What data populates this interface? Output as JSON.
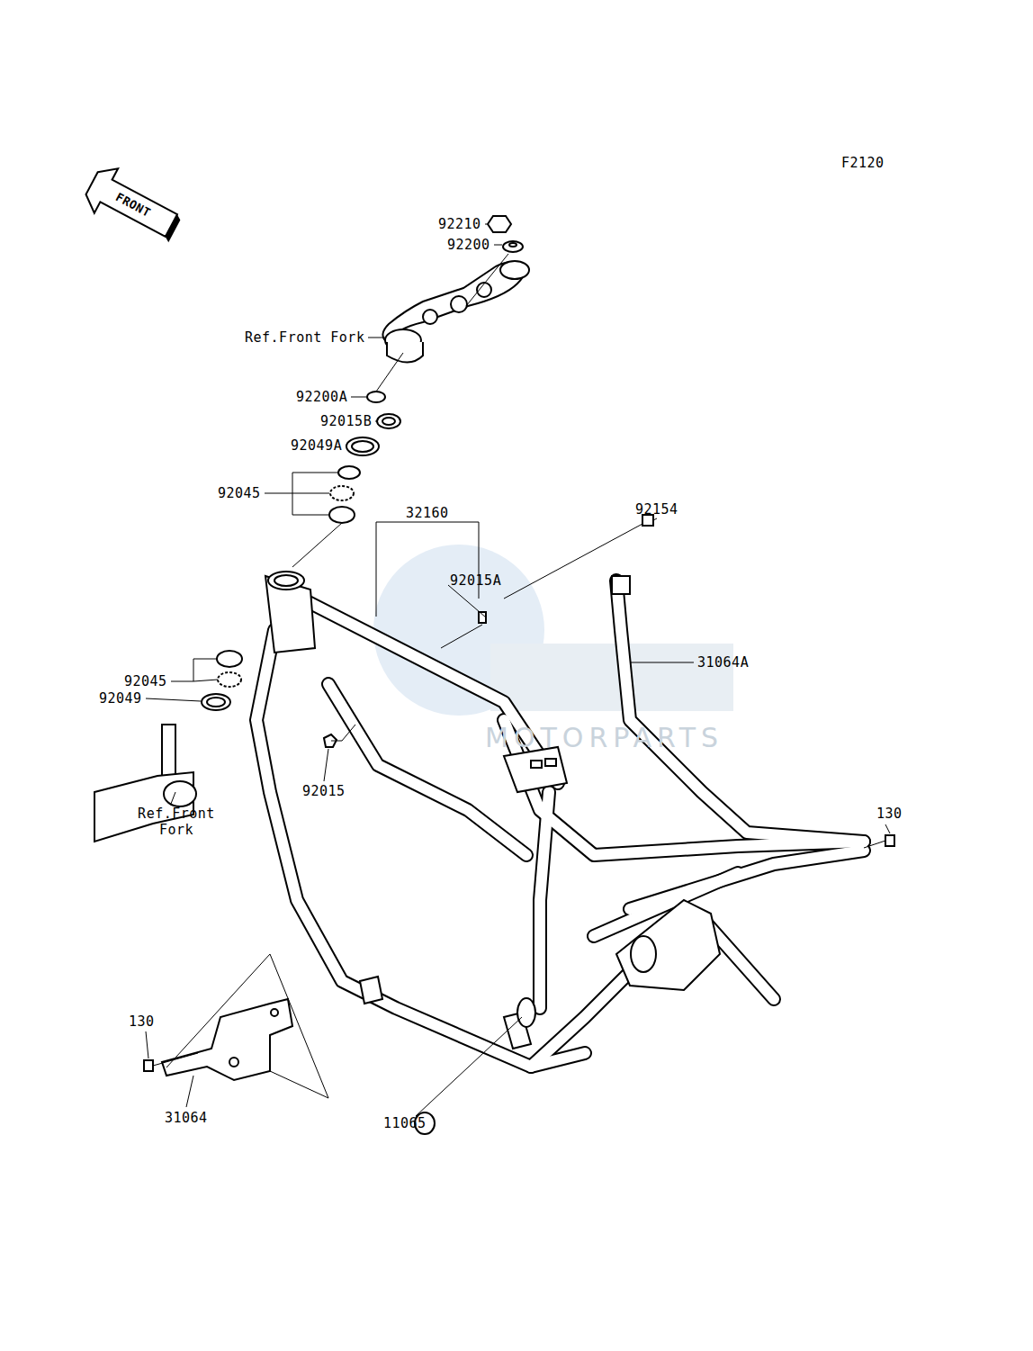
{
  "diagram": {
    "labels": [
      "F2120",
      "FRONT",
      "92210",
      "92200",
      "Ref.Front Fork",
      "92200A",
      "92015B",
      "92049A",
      "92045",
      "32160",
      "92154",
      "92015A",
      "31064A",
      "92045",
      "92049",
      "92015",
      "Ref.Front Fork",
      "130",
      "130",
      "31064",
      "11065",
      "MOTORPARTS"
    ]
  }
}
